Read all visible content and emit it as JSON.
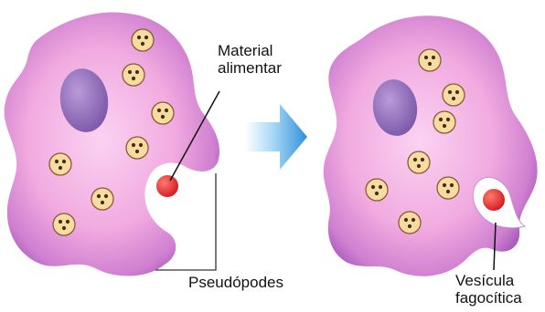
{
  "labels": {
    "food_line1": "Material",
    "food_line2": "alimentar",
    "pseudopods": "Pseudópodes",
    "vesicle_line1": "Vesícula",
    "vesicle_line2": "fagocítica"
  },
  "colors": {
    "cytoplasm_outer": "#9b4fb6",
    "cytoplasm_inner": "#f6b8e6",
    "nucleus": "#8d68b8",
    "vacuole": "#f5dca0",
    "food_particle": "#e8262e",
    "arrow": "#3f9fe0"
  }
}
